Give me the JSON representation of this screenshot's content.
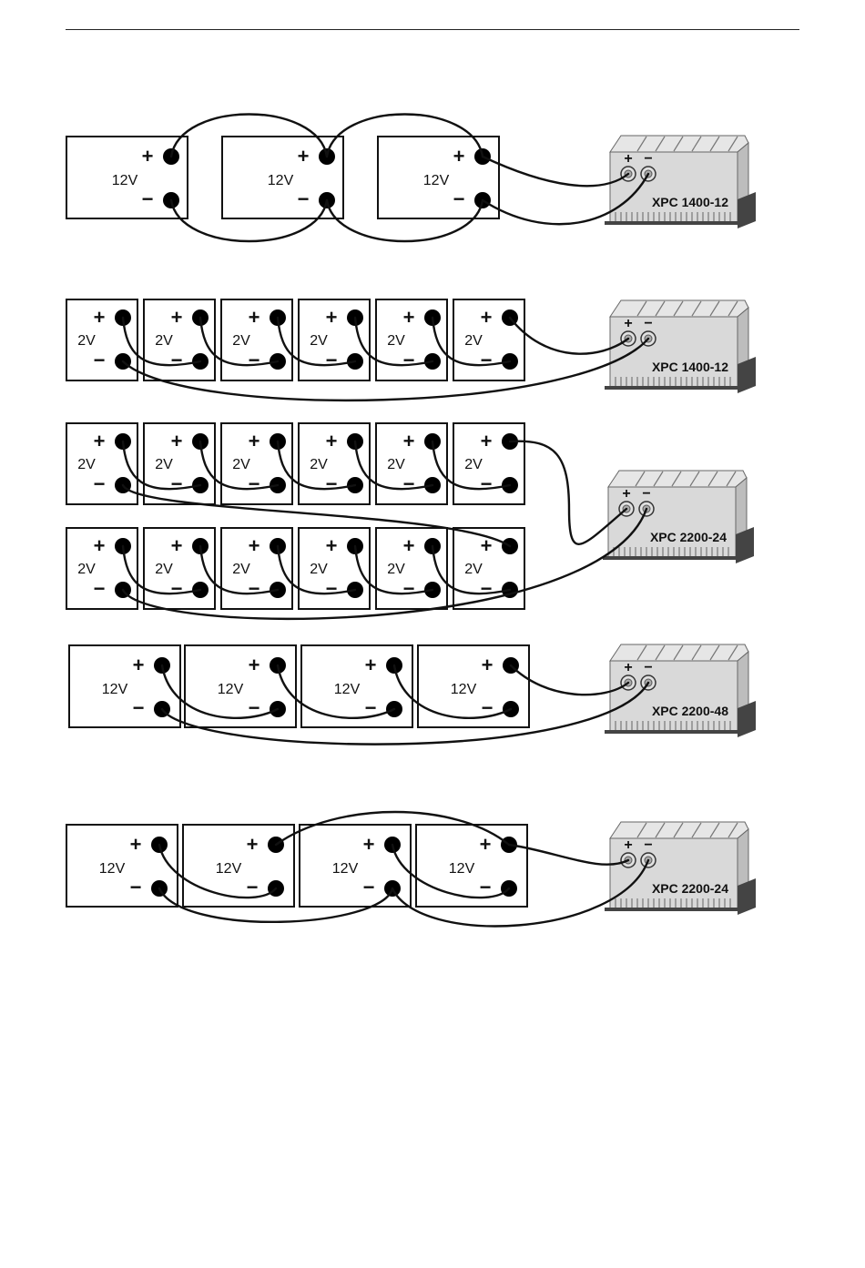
{
  "labels": {
    "plus": "+",
    "minus": "−",
    "v12": "12V",
    "v2": "2V"
  },
  "diagrams": [
    {
      "id": "d1",
      "model": "XPC 1400-12",
      "cells": [
        "12V",
        "12V",
        "12V"
      ]
    },
    {
      "id": "d2",
      "model": "XPC 1400-12",
      "cells": [
        "2V",
        "2V",
        "2V",
        "2V",
        "2V",
        "2V"
      ]
    },
    {
      "id": "d3",
      "model": "XPC 2200-24",
      "rows": [
        [
          "2V",
          "2V",
          "2V",
          "2V",
          "2V",
          "2V"
        ],
        [
          "2V",
          "2V",
          "2V",
          "2V",
          "2V",
          "2V"
        ]
      ]
    },
    {
      "id": "d4",
      "model": "XPC 2200-48",
      "cells": [
        "12V",
        "12V",
        "12V",
        "12V"
      ]
    },
    {
      "id": "d5",
      "model": "XPC 2200-24",
      "cells": [
        "12V",
        "12V",
        "12V",
        "12V"
      ]
    }
  ],
  "colors": {
    "ink": "#111111",
    "chassis": "#d9d9d9"
  },
  "icons": [
    "charger-icon",
    "battery-icon",
    "terminal-icon"
  ]
}
